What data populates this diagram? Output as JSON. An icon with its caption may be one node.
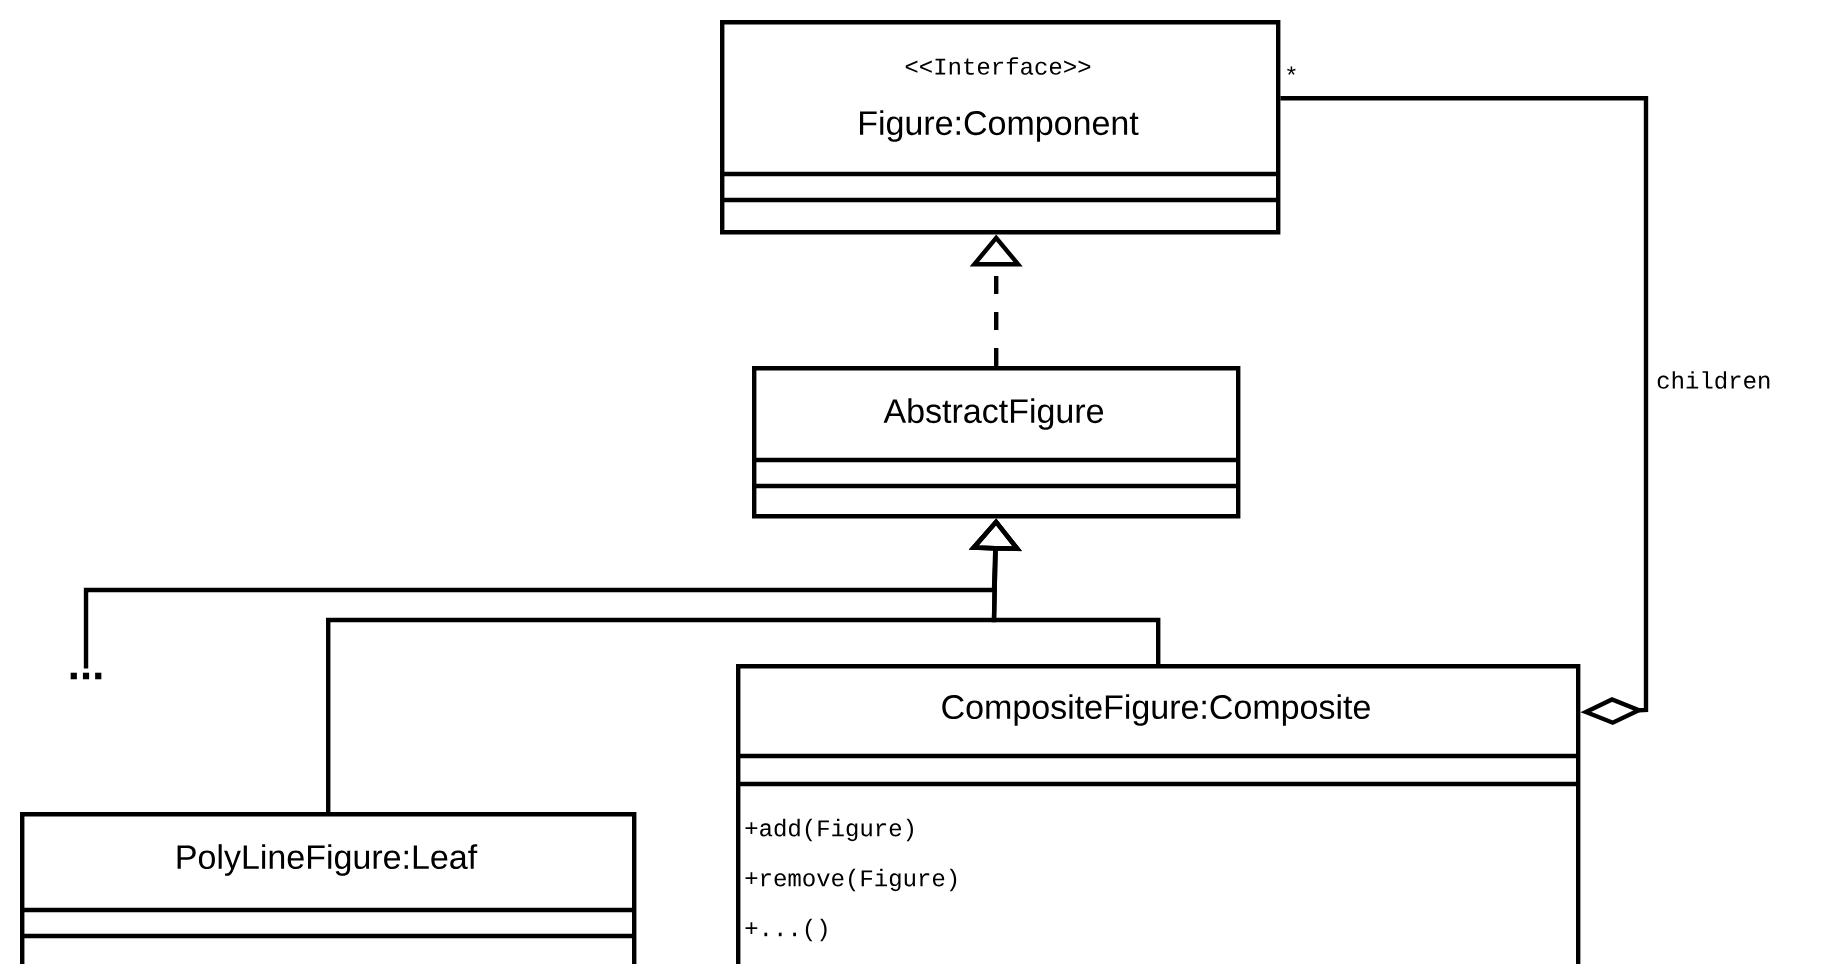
{
  "diagram": {
    "nodes": [
      {
        "text": [
          "<<Interface>>",
          "Figure:Component"
        ]
      },
      {
        "text": [
          "AbstractFigure"
        ]
      },
      {
        "text": [
          "..."
        ]
      },
      {
        "text": [
          "CompositeFigure:Composite",
          "+add(Figure)",
          "+remove(Figure)",
          "+...()"
        ]
      },
      {
        "text": [
          "PolyLineFigure:Leaf"
        ]
      }
    ],
    "edges": [
      {
        "from": 1,
        "to": 0,
        "arrow": "to",
        "style": "dashed"
      },
      {
        "from": 2,
        "to": 1,
        "arrow": "to"
      },
      {
        "from": 3,
        "to": 1,
        "arrow": "to"
      },
      {
        "from": 4,
        "to": 1,
        "arrow": "to"
      },
      {
        "from": 0,
        "to": 3,
        "arrow": "other",
        "label": "children"
      }
    ],
    "labels": [
      "*"
    ]
  }
}
